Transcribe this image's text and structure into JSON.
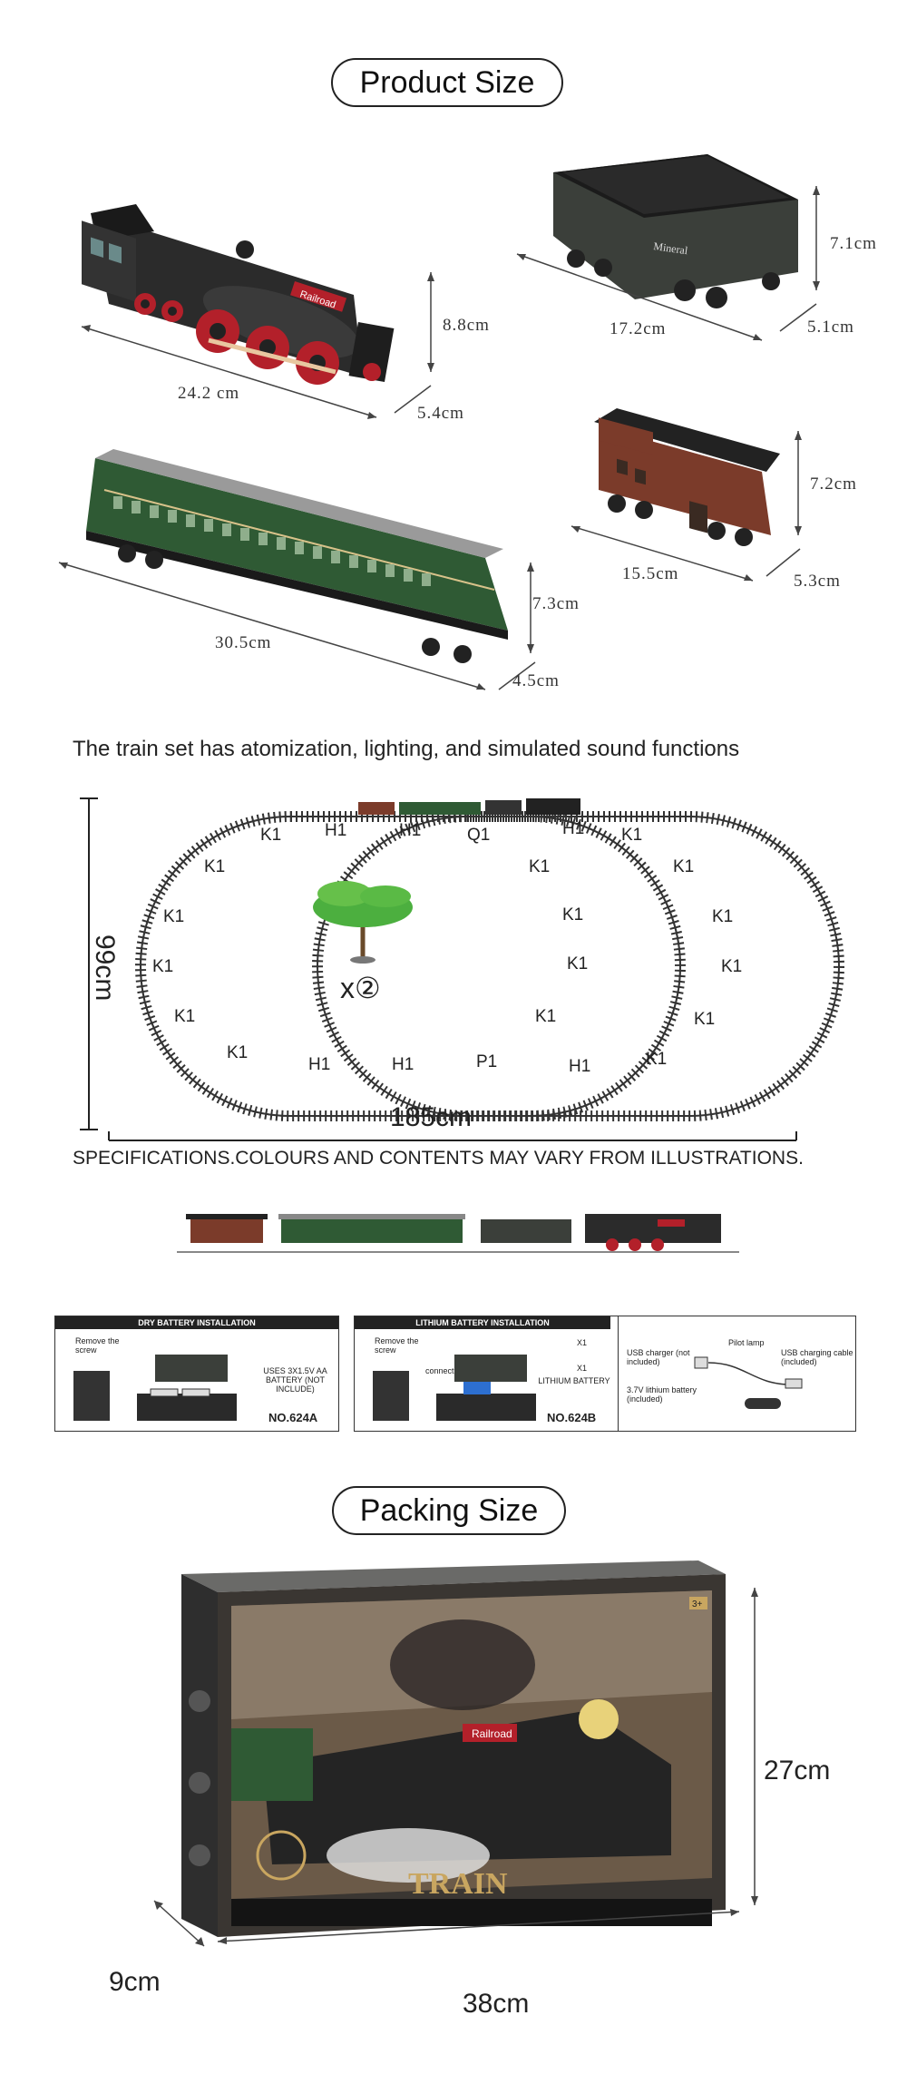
{
  "product_size": {
    "heading": "Product Size",
    "locomotive": {
      "length": "24.2 cm",
      "height": "8.8cm",
      "width": "5.4cm",
      "badge": "Railroad"
    },
    "coal_tender": {
      "length": "17.2cm",
      "height": "7.1cm",
      "width": "5.1cm",
      "label": "Mineral"
    },
    "passenger_car": {
      "length": "30.5cm",
      "height": "7.3cm",
      "width": "4.5cm"
    },
    "caboose": {
      "length": "15.5cm",
      "height": "7.2cm",
      "width": "5.3cm"
    }
  },
  "features_text": "The train set has atomization, lighting, and simulated sound functions",
  "track_layout": {
    "height": "99cm",
    "width": "185cm",
    "tree_count": "x②",
    "piece_labels": [
      "K1",
      "H1",
      "H1",
      "Q1",
      "H1",
      "K1",
      "K1",
      "K1",
      "K1",
      "K1",
      "K1",
      "K1",
      "K1",
      "K1",
      "K1",
      "K1",
      "K1",
      "K1",
      "K1",
      "H1",
      "H1",
      "P1",
      "H1",
      "K1",
      "K1"
    ]
  },
  "disclaimer": "SPECIFICATIONS.COLOURS AND CONTENTS MAY VARY FROM ILLUSTRATIONS.",
  "battery_dry": {
    "title": "DRY BATTERY INSTALLATION",
    "remove_screw": "Remove the screw",
    "battery_text": "USES 3X1.5V AA BATTERY (NOT INCLUDE)",
    "model": "NO.624A"
  },
  "battery_lithium": {
    "title": "LITHIUM BATTERY INSTALLATION",
    "remove_screw": "Remove the screw",
    "connect": "connect",
    "x1_a": "X1",
    "x1_b": "X1",
    "battery_text": "LITHIUM BATTERY",
    "model": "NO.624B",
    "usb_charger": "USB charger (not included)",
    "pilot_lamp": "Pilot lamp",
    "usb_cable": "USB charging cable (included)",
    "lithium": "3.7V lithium battery (included)"
  },
  "packing_size": {
    "heading": "Packing  Size",
    "height": "27cm",
    "depth": "9cm",
    "length": "38cm",
    "box_title": "TRAIN",
    "box_age": "3+",
    "box_badge": "Railroad"
  },
  "colors": {
    "locomotive": "#2a2a2a",
    "accent_red": "#b3202a",
    "passenger_green": "#2f5a34",
    "caboose_brown": "#7b3b2a",
    "track": "#333333"
  }
}
